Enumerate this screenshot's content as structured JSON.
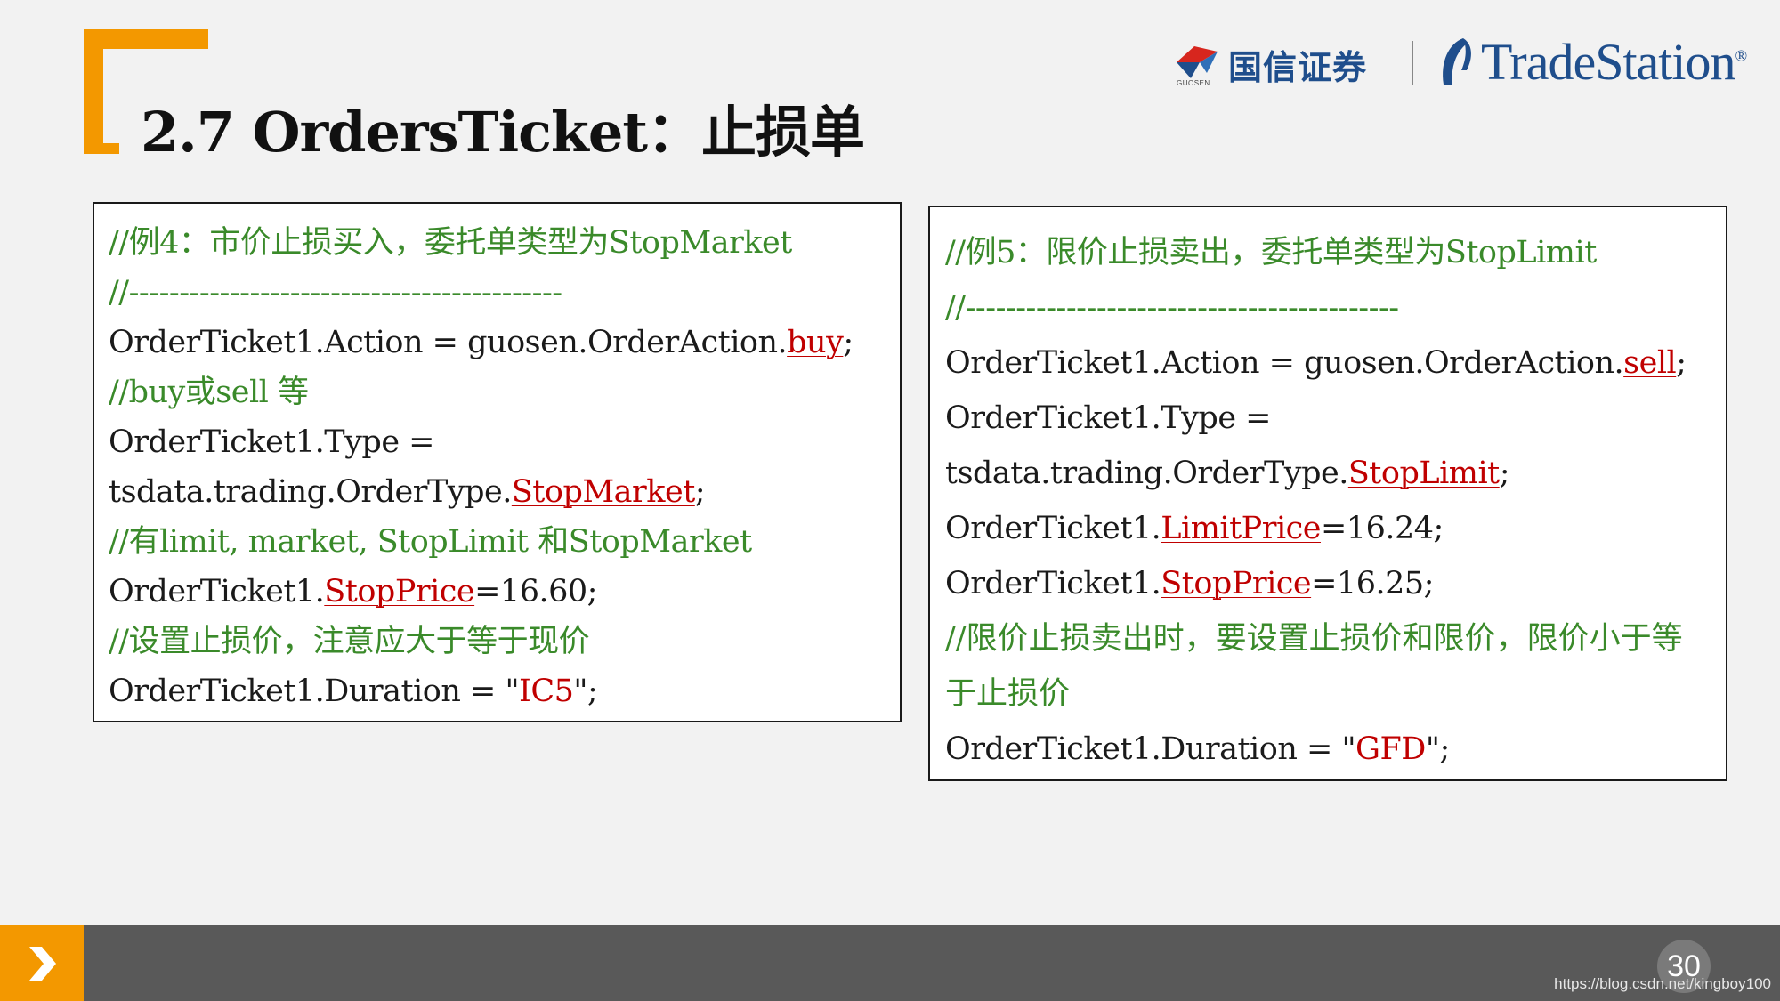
{
  "slide": {
    "title": "2.7 OrdersTicket：止损单",
    "page_number": "30",
    "watermark": "https://blog.csdn.net/kingboy100"
  },
  "logos": {
    "guosen_name": "国信证券",
    "guosen_sub": "GUOSEN",
    "tradestation_name": "TradeStation",
    "tradestation_reg": "®"
  },
  "example4": {
    "l1": "//例4：市价止损买入，委托单类型为StopMarket",
    "l2": "//-------------------------------------------",
    "l3_pre": "OrderTicket1.Action = guosen.OrderAction.",
    "l3_kw": "buy",
    "l3_post": ";",
    "l4": "//buy或sell 等",
    "l5": "OrderTicket1.Type =",
    "l6_pre": "tsdata.trading.OrderType.",
    "l6_kw": "StopMarket",
    "l6_post": ";",
    "l7": "//有limit, market, StopLimit 和StopMarket",
    "l8_pre": "OrderTicket1.",
    "l8_kw": "StopPrice",
    "l8_post": "=16.60;",
    "l9": "//设置止损价，注意应大于等于现价",
    "l10_pre": "OrderTicket1.Duration = \"",
    "l10_str": "IC5",
    "l10_post": "\";"
  },
  "example5": {
    "l1": "//例5：限价止损卖出，委托单类型为StopLimit",
    "l2": "//-------------------------------------------",
    "l3_pre": "OrderTicket1.Action = guosen.OrderAction.",
    "l3_kw": "sell",
    "l3_post": ";",
    "l4": "OrderTicket1.Type =",
    "l5_pre": "tsdata.trading.OrderType.",
    "l5_kw": "StopLimit",
    "l5_post": ";",
    "l6_pre": "OrderTicket1.",
    "l6_kw": "LimitPrice",
    "l6_post": "=16.24;",
    "l7_pre": "OrderTicket1.",
    "l7_kw": "StopPrice",
    "l7_post": "=16.25;",
    "l8": "//限价止损卖出时，要设置止损价和限价，限价小于等于止损价",
    "l9_pre": "OrderTicket1.Duration = \"",
    "l9_str": "GFD",
    "l9_post": "\";"
  },
  "colors": {
    "accent_orange": "#f39800",
    "comment_green": "#3a8a2a",
    "keyword_red": "#c00000",
    "brand_blue": "#1f4e8c",
    "footer_gray": "#595959"
  }
}
